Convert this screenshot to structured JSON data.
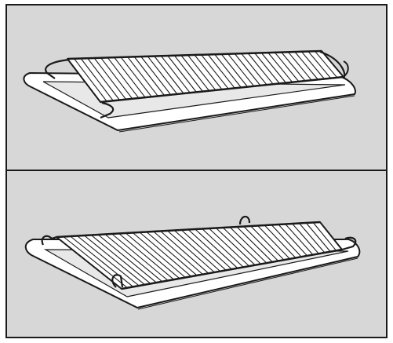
{
  "figure": {
    "panels": [
      {
        "id": "top",
        "depiction": "wire-rack-raised-on-tray"
      },
      {
        "id": "bottom",
        "depiction": "wire-rack-inside-tray"
      }
    ],
    "colors": {
      "panel_background": "#d7d7d7",
      "tray_fill": "#ffffff",
      "tray_inner": "#e8e8e8",
      "outline": "#1a1a1a",
      "rack_bars": "#1a1a1a"
    }
  }
}
